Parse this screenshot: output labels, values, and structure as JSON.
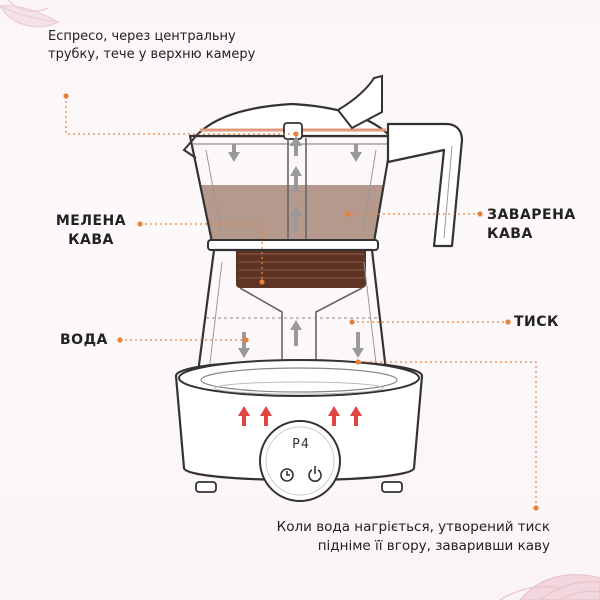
{
  "texts": {
    "intro": "Еспресо, через центральну трубку, тече у верхню камеру",
    "ground_coffee": "МЕЛЕНА КАВА",
    "water": "ВОДА",
    "brewed_coffee": "ЗАВАРЕНА КАВА",
    "pressure": "ТИСК",
    "outro": "Коли вода нагріється, утворений тиск підніме її вгору, заваривши каву"
  },
  "stove_display": "P4",
  "icons": [
    "timer-icon",
    "power-icon"
  ],
  "colors": {
    "leader": "#e8823a",
    "ink": "#333333",
    "brewed": "#a07d6e",
    "grounds": "#5e3424",
    "heat": "#e04444",
    "background": "#fbf5f7"
  }
}
